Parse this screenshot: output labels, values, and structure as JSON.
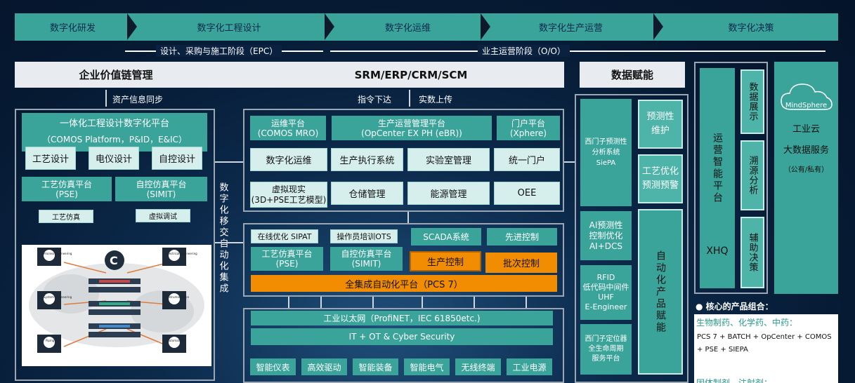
{
  "stages": [
    "数字化研发",
    "数字化工程设计",
    "数字化运维",
    "数字化生产运营",
    "数字化决策"
  ],
  "phases": {
    "epc": "设计、采购与施工阶段（EPC）",
    "om": "业主运营阶段（O/O）"
  },
  "bar": {
    "left": "企业价值链管理",
    "right": "SRM/ERP/CRM/SCM",
    "empower": "数据赋能"
  },
  "sync": {
    "asset": "资产信息同步",
    "cmd": "指令下达",
    "up": "实数上传"
  },
  "left": {
    "title": "一体化工程设计数字化平台",
    "subtitle": "（COMOS Platform，P&ID，E&IC）",
    "items": [
      "工艺设计",
      "电仪设计",
      "自控设计"
    ],
    "pse": "工艺仿真平台\n(PSE)",
    "simit": "自控仿真平台\n(SIMIT)",
    "pse_sub": "工艺仿真",
    "simit_sub": "虚拟调试",
    "diagram_logo": "C",
    "nodes": [
      "Process Engineering",
      "System Engineering",
      "Piping",
      "Electrical Engineering",
      "Instrumentation",
      "Automation"
    ]
  },
  "vertical_label": "数字化移交自动化集成",
  "ops": {
    "mro": "运维平台\n(COMOS MRO)",
    "mes": "生产运营管理平台\n(OpCenter EX PH (eBR))",
    "portal": "门户平台\n(Xphere)",
    "row1": [
      "数字化运维",
      "生产执行系统",
      "实验室管理",
      "统一门户"
    ],
    "row2": [
      "虚拟现实\n(3D+PSE工艺模型)",
      "仓储管理",
      "能源管理",
      "OEE"
    ]
  },
  "auto": {
    "sipat": "在线优化 SIPAT",
    "ots": "操作员培训OTS",
    "scada": "SCADA系统",
    "apc": "先进控制",
    "pse": "工艺仿真平台\n(PSE)",
    "simit": "自控仿真平台\n(SIMIT)",
    "prod": "生产控制",
    "batch": "批次控制",
    "pcs7": "全集成自动化平台（PCS 7）"
  },
  "net": {
    "eth": "工业以太网（ProfiNET，IEC 61850etc.)",
    "sec": "IT + OT  & Cyber Security",
    "items": [
      "智能仪表",
      "高效驱动",
      "智能装备",
      "智能电气",
      "无线终端",
      "工业电源"
    ]
  },
  "empower": {
    "siepa": "西门子预测性\n分析系统\nSiePA",
    "ai": "AI预测性\n控制优化\nAI+DCS",
    "rfid": "RFID\n低代码中间件\nUHF\nE-Engineer",
    "pos": "西门子定位器\n全生命周期\n服务平台",
    "pm": "预测性\n维护",
    "opt": "工艺优化\n预测预警",
    "auto": "自动化产品赋能"
  },
  "xhq": {
    "title": "运营智能平台",
    "name": "XHQ",
    "items": [
      "数据展示",
      "溯源分析",
      "辅助决策"
    ]
  },
  "cloud": {
    "logo": "MindSphere",
    "l1": "工业云",
    "l2": "大数据服务",
    "l3": "（公有/私有）"
  },
  "core": {
    "title": "● 核心的产品组合：",
    "s1": "生物制药、化学药、中药：",
    "s2": "PCS 7 + BATCH + OpCenter + COMOS + PSE + SIEPA",
    "s3": "固体制剂、注射剂："
  }
}
